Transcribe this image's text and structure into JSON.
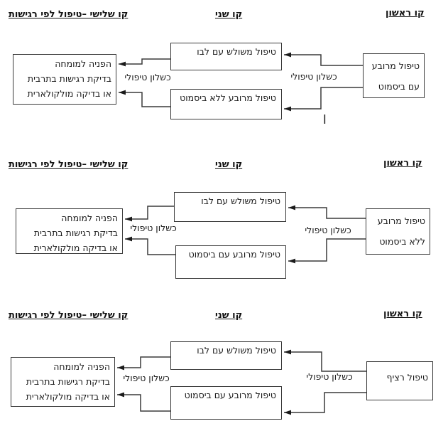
{
  "sections": [
    {
      "headers": {
        "first": "קו ראשון",
        "second": "קו שני",
        "third": "קו שלישי –טיפול לפי רגישות"
      },
      "first_box": {
        "line1": "טיפול מרובע",
        "line2": "עם ביסמוט"
      },
      "second_top_box": "טיפול משולש עם לבו",
      "second_bottom_box": "טיפול מרובע ללא ביסמוט",
      "third_box": {
        "line1": "הפניה למומחה",
        "line2": "בדיקת רגישות בתרבית",
        "line3": "או בדיקה מולקולארית"
      },
      "failure_label_right": "כשלון טיפולי",
      "failure_label_left": "כשלון טיפולי",
      "stray_char": "l"
    },
    {
      "headers": {
        "first": "קו ראשון",
        "second": "קו שני",
        "third": "קו שלישי –טיפול לפי רגישות"
      },
      "first_box": {
        "line1": "טיפול מרובע",
        "line2": "ללא ביסמוט"
      },
      "second_top_box": "טיפול משולש עם לבו",
      "second_bottom_box": "טיפול מרובע עם ביסמוט",
      "third_box": {
        "line1": "הפניה למומחה",
        "line2": "בדיקת רגישות בתרבית",
        "line3": "או בדיקה מולקולארית"
      },
      "failure_label_right": "כשלון טיפולי",
      "failure_label_left": "כשלון טיפולי"
    },
    {
      "headers": {
        "first": "קו ראשון",
        "second": "קו שני",
        "third": "קו שלישי –טיפול לפי רגישות"
      },
      "first_box": {
        "line1": "טיפול רציף",
        "line2": ""
      },
      "second_top_box": "טיפול משולש עם לבו",
      "second_bottom_box": "טיפול מרובע עם ביסמוט",
      "third_box": {
        "line1": "הפניה למומחה",
        "line2": "בדיקת רגישות בתרבית",
        "line3": "או בדיקה מולקולארית"
      },
      "failure_label_right": "כשלון טיפולי",
      "failure_label_left": "כשלון טיפולי"
    }
  ],
  "colors": {
    "line": "#3a3a3a",
    "text": "#1a1a1a",
    "background": "#ffffff"
  }
}
